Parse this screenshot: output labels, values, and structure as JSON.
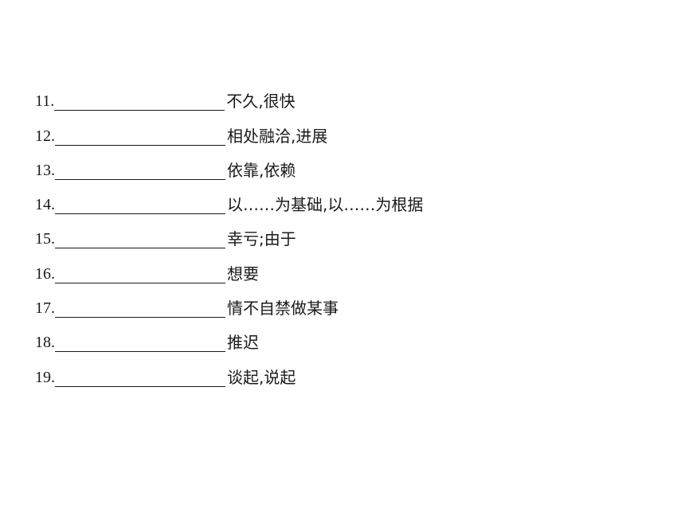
{
  "items": [
    {
      "number": "11.",
      "meaning": "不久,很快"
    },
    {
      "number": "12.",
      "meaning": "相处融洽,进展"
    },
    {
      "number": "13.",
      "meaning": "依靠,依赖"
    },
    {
      "number": "14.",
      "meaning": "以……为基础,以……为根据"
    },
    {
      "number": "15.",
      "meaning": "幸亏;由于"
    },
    {
      "number": "16.",
      "meaning": "想要"
    },
    {
      "number": "17.",
      "meaning": "情不自禁做某事"
    },
    {
      "number": "18.",
      "meaning": "推迟"
    },
    {
      "number": "19.",
      "meaning": "谈起,说起"
    }
  ]
}
